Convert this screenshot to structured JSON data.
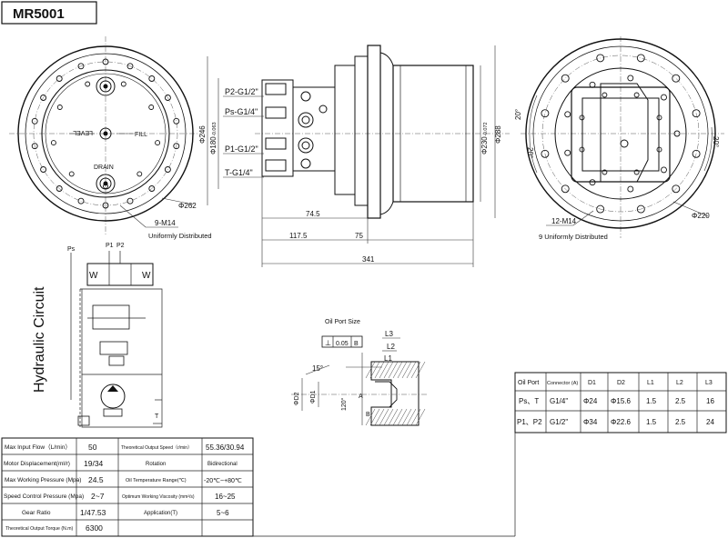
{
  "model": "MR5001",
  "front_view": {
    "labels": {
      "level": "LEVEL",
      "fill": "FILL",
      "drain": "DRAIN"
    },
    "dia_outer": "Φ262",
    "bolts_note": "9-M14",
    "bolts_note2": "Uniformly Distributed"
  },
  "side_view": {
    "ports": [
      "P2-G1/2\"",
      "Ps-G1/4\"",
      "P1-G1/2\"",
      "T-G1/4\""
    ],
    "dims": {
      "d246": "Φ246",
      "d180": "Φ180",
      "d180_tol": "-0.063",
      "d230": "Φ230",
      "d230_tol": "-0.072",
      "d288": "Φ288",
      "len_74_5": "74.5",
      "len_117_5": "117.5",
      "len_75": "75",
      "len_341": "341"
    }
  },
  "rear_view": {
    "angle_top": "20°",
    "angle_mid": "20°",
    "angle_right": "20°",
    "bolts_note": "12-M14",
    "dia": "Φ220",
    "bolts_note2": "9 Uniformly Distributed"
  },
  "hydraulic": {
    "title": "Hydraulic Circuit",
    "ps": "Ps",
    "p1": "P1",
    "p2": "P2",
    "t": "T",
    "w": "W"
  },
  "oil_port_detail": {
    "title": "Oil Port Size",
    "gdt_value": "0.05",
    "gdt_ref": "B",
    "angle15": "15°",
    "angle120": "120°",
    "l1": "L1",
    "l2": "L2",
    "l3": "L3",
    "d1": "ΦD1",
    "d2": "ΦD2",
    "ref_a": "A",
    "ref_b": "B"
  },
  "oil_table": {
    "headers": [
      "Oil Port",
      "Connector (A)",
      "D1",
      "D2",
      "L1",
      "L2",
      "L3"
    ],
    "rows": [
      [
        "Ps、T",
        "G1/4\"",
        "Φ24",
        "Φ15.6",
        "1.5",
        "2.5",
        "16"
      ],
      [
        "P1、P2",
        "G1/2\"",
        "Φ34",
        "Φ22.6",
        "1.5",
        "2.5",
        "24"
      ]
    ]
  },
  "spec_table": {
    "rows": [
      [
        "Max Input Flow（L/min）",
        "50",
        "Theoretical Output Speed（r/min）",
        "55.36/30.94"
      ],
      [
        "Motor Displacement(ml/r)",
        "19/34",
        "Rotation",
        "Bidirectional"
      ],
      [
        "Max Working Pressure (Mpa)",
        "24.5",
        "Oil Temperature Range(℃)",
        "-20℃~+80℃"
      ],
      [
        "Speed Control Pressure (Mpa)",
        "2~7",
        "Optimum Working Viscosity (mm²/s)",
        "16~25"
      ],
      [
        "Gear Ratio",
        "1/47.53",
        "Application(T)",
        "5~6"
      ],
      [
        "Theoretical Output Torque (N.m)",
        "6300",
        "",
        ""
      ]
    ]
  }
}
